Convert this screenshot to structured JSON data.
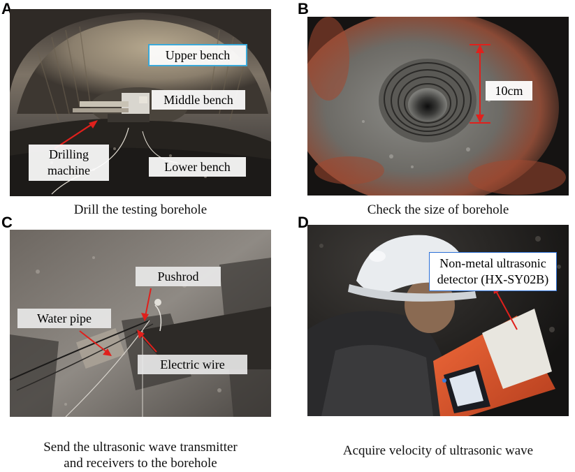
{
  "panels": {
    "a": {
      "letter": "A",
      "labels": {
        "upper_bench": "Upper bench",
        "middle_bench": "Middle bench",
        "drilling_machine": "Drilling machine",
        "lower_bench": "Lower bench"
      },
      "caption": "Drill the testing borehole"
    },
    "b": {
      "letter": "B",
      "labels": {
        "size": "10cm"
      },
      "caption": "Check the size of borehole"
    },
    "c": {
      "letter": "C",
      "labels": {
        "pushrod": "Pushrod",
        "water_pipe": "Water pipe",
        "electric_wire": "Electric wire"
      },
      "caption_line1": "Send the ultrasonic wave transmitter",
      "caption_line2": "and receivers to the borehole"
    },
    "d": {
      "letter": "D",
      "labels": {
        "detector": "Non-metal ultrasonic detector (HX-SY02B)"
      },
      "caption": "Acquire velocity of ultrasonic wave"
    }
  },
  "colors": {
    "arrow": "#e0201c",
    "label_border": "#3aa9d9",
    "detector_border": "#2a6fd6",
    "helmet": "#e9ecef",
    "device_case": "#e2572c"
  }
}
